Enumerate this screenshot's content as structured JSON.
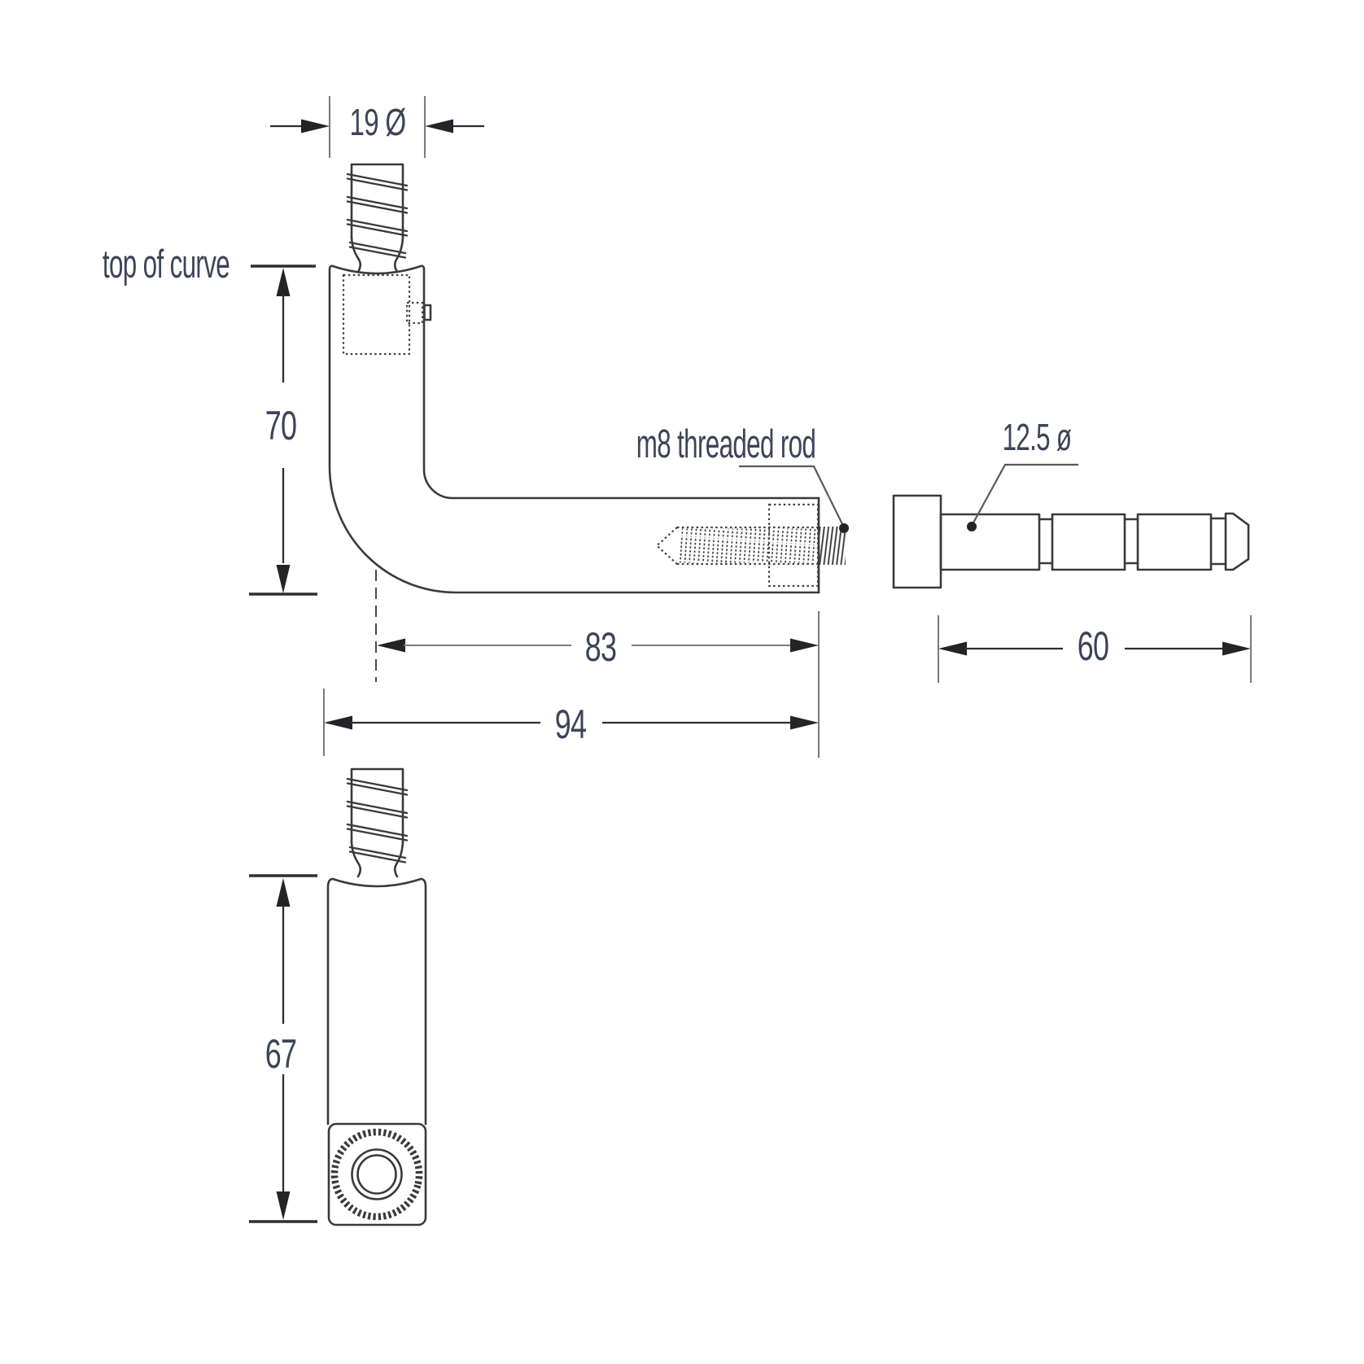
{
  "colors": {
    "bg": "#ffffff",
    "line": "#3a3a3d",
    "hidden": "#404043",
    "dim": "#7d7d81",
    "tick": "#2e2e32",
    "arrow": "#242428",
    "leader": "#58585c",
    "centerline": "#4b4b4f",
    "text": "#3d4458"
  },
  "drawing": {
    "labels": {
      "diameter_19": "19 Ø",
      "top_of_curve": "top of curve",
      "height_70": "70",
      "m8_rod": "m8 threaded rod",
      "diameter_12_5": "12.5 ø",
      "length_83": "83",
      "length_94": "94",
      "length_60": "60",
      "height_67": "67"
    }
  }
}
